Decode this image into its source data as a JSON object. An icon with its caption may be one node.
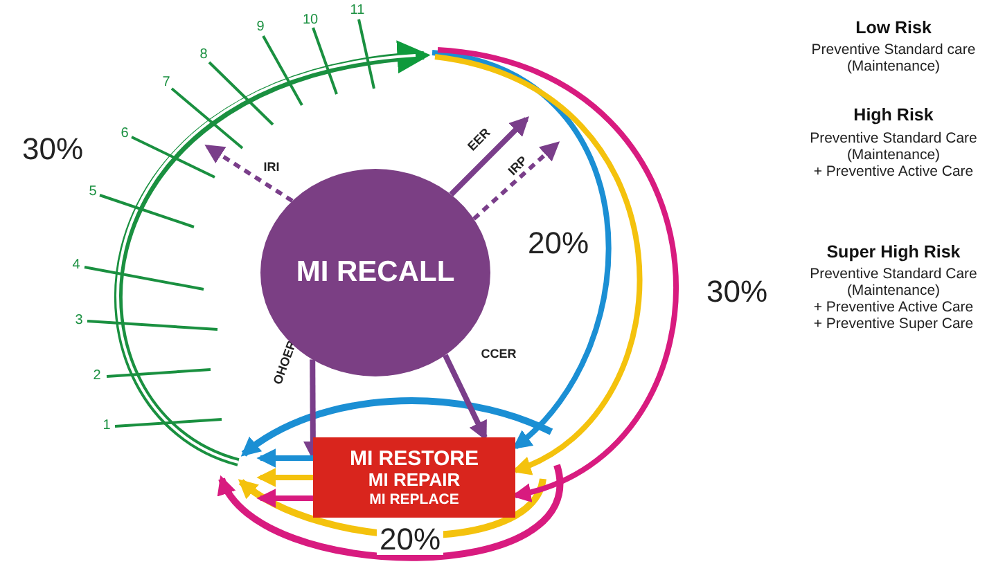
{
  "diagram": {
    "nodes": [
      {
        "text": [
          "MI RECALL"
        ]
      },
      {
        "text": [
          "MI RESTORE",
          "MI REPAIR",
          "MI REPLACE"
        ]
      }
    ],
    "edges": [
      {
        "from": 0,
        "to": null,
        "arrow": "to",
        "label": "IRI",
        "style": "dashed"
      },
      {
        "from": 0,
        "to": null,
        "arrow": "to",
        "label": "EER"
      },
      {
        "from": 0,
        "to": null,
        "arrow": "to",
        "label": "IRP",
        "style": "dashed"
      },
      {
        "from": 0,
        "to": 1,
        "arrow": "to",
        "label": "OHOER"
      },
      {
        "from": 0,
        "to": 1,
        "arrow": "to",
        "label": "CCER"
      },
      {
        "from": null,
        "to": 1,
        "arrow": "to",
        "color": "#1b8fd4"
      },
      {
        "from": null,
        "to": 1,
        "arrow": "to",
        "color": "#f4c20d"
      },
      {
        "from": null,
        "to": 1,
        "arrow": "to",
        "color": "#d81b7f"
      },
      {
        "from": 1,
        "to": null,
        "arrow": "to",
        "color": "#1b8fd4"
      },
      {
        "from": 1,
        "to": null,
        "arrow": "to",
        "color": "#f4c20d"
      },
      {
        "from": 1,
        "to": null,
        "arrow": "to",
        "color": "#d81b7f"
      }
    ],
    "labels": [
      "1",
      "2",
      "3",
      "4",
      "5",
      "6",
      "7",
      "8",
      "9",
      "10",
      "11",
      "30%",
      "20%",
      "30%",
      "20%",
      "Low Risk",
      "Preventive Standard care (Maintenance)",
      "High Risk",
      "Preventive Standard Care (Maintenance)",
      "+ Preventive Active Care",
      "Super High Risk",
      "Preventive Standard Care (Maintenance)",
      "+ Preventive Active Care",
      "+ Preventive Super Care"
    ]
  }
}
